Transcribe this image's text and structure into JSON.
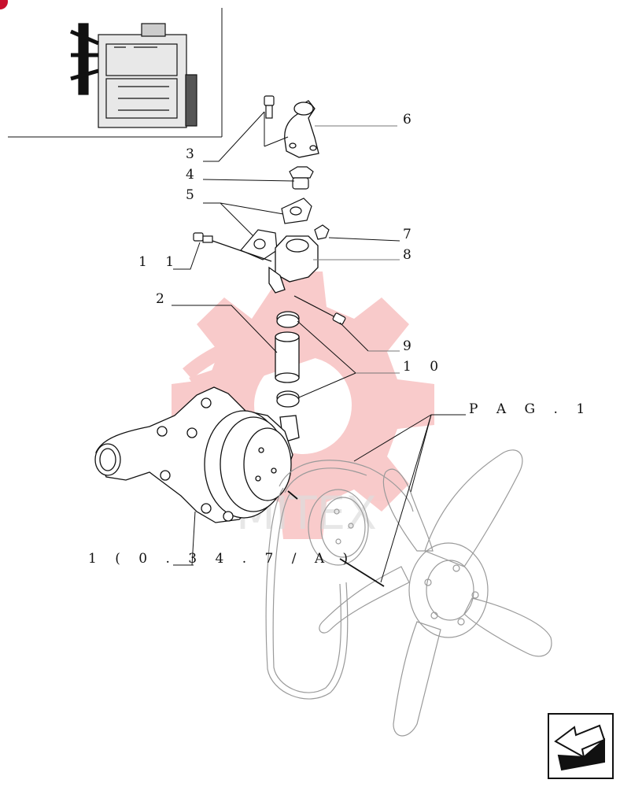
{
  "diagram": {
    "callouts": {
      "c1": "1 ( 0 . 3 4 . 7 / A )",
      "c2": "2",
      "c3": "3",
      "c4": "4",
      "c5": "5",
      "c6": "6",
      "c7": "7",
      "c8": "8",
      "c9": "9",
      "c10": "1 0",
      "c11": "1 1",
      "pag": "P A G .   1"
    },
    "watermark_text": "MITEX",
    "colors": {
      "ink": "#111111",
      "watermark": "#f4a0a0",
      "badge": "#c8102e",
      "fan": "#9a9a9a"
    },
    "icons": {
      "nav": "arrow-left-icon",
      "badge": "corner-badge-icon",
      "thumbnail": "engine-thumbnail-icon"
    }
  }
}
